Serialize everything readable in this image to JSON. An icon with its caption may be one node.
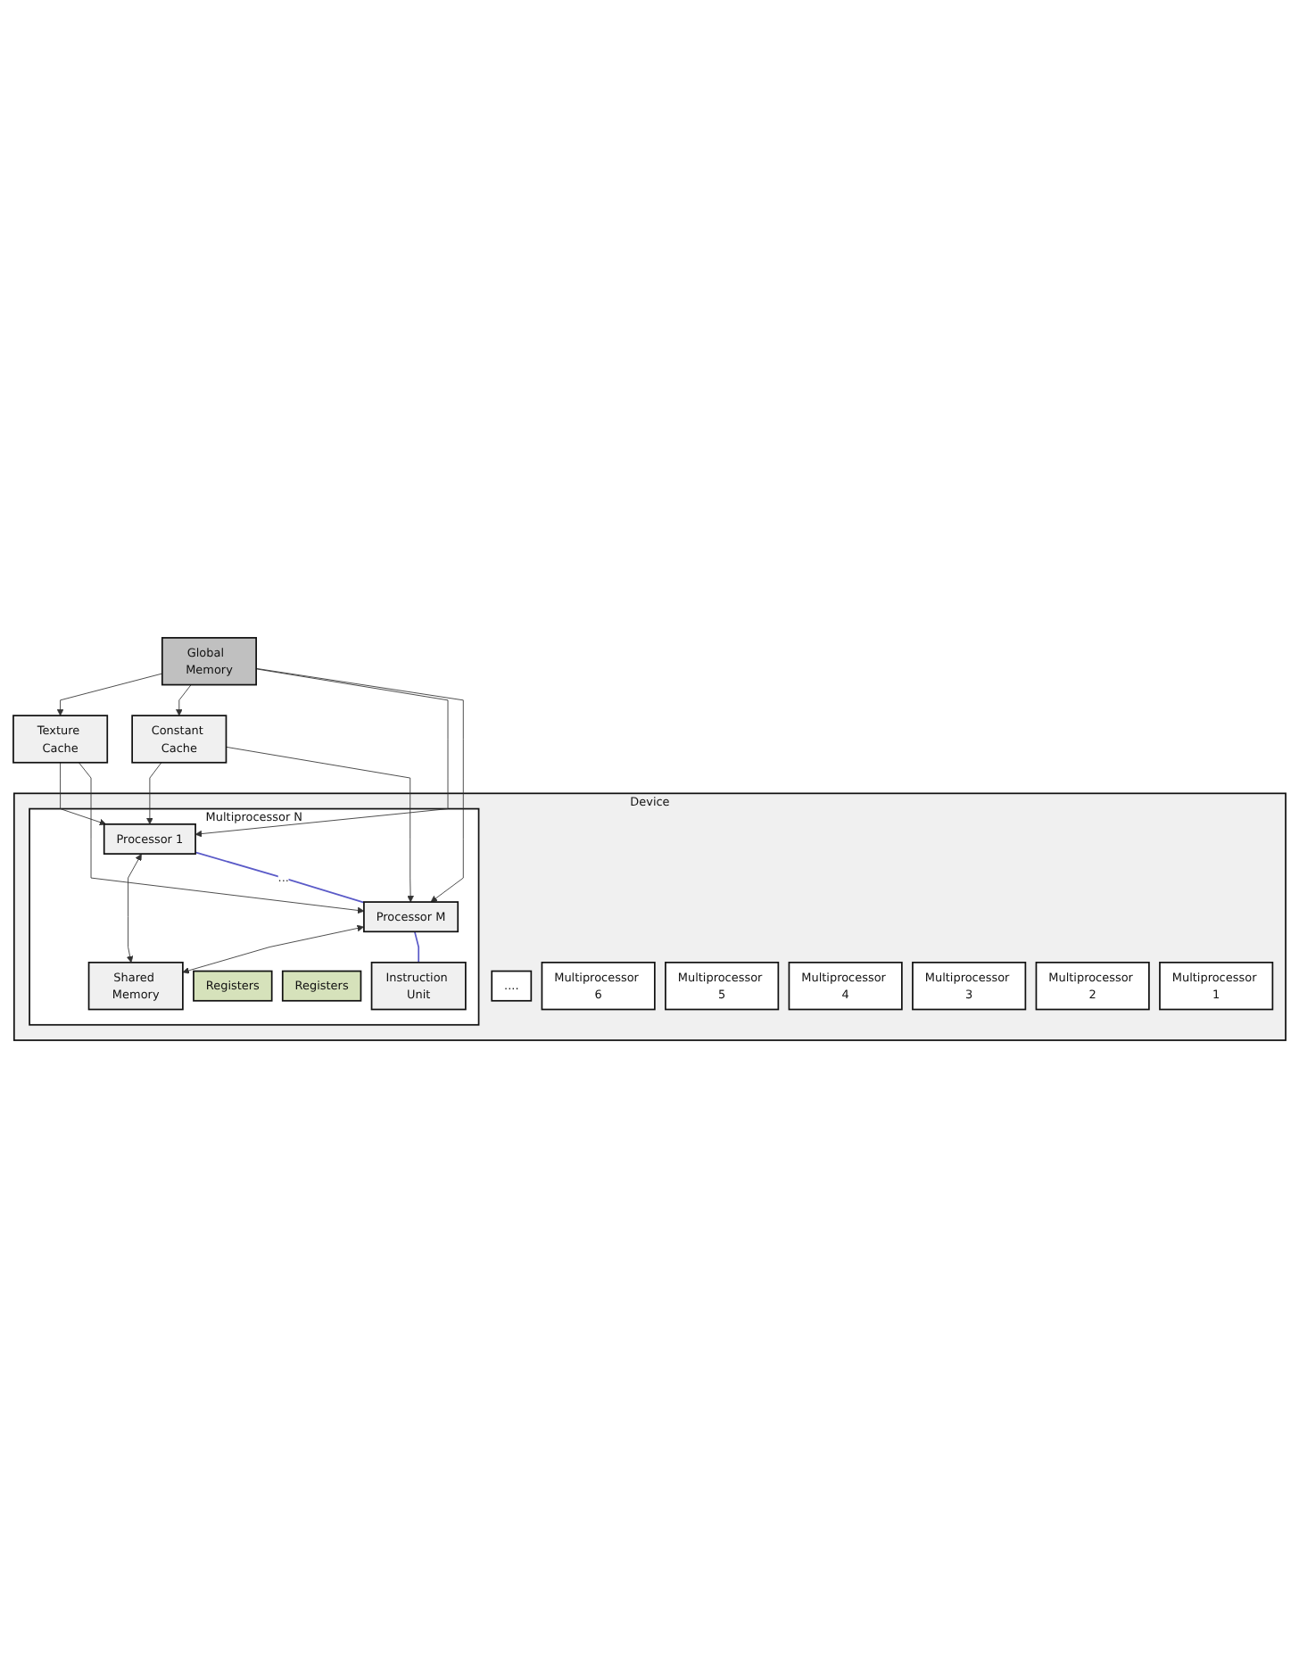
{
  "diagram": {
    "nodes": [
      {
        "text": [
          "Global  Memory"
        ]
      },
      {
        "text": [
          "Texture Cache"
        ]
      },
      {
        "text": [
          "Constant Cache"
        ]
      },
      {
        "text": [
          "Device"
        ]
      },
      {
        "text": [
          "Multiprocessor N"
        ],
        "in": 3
      },
      {
        "text": [
          "Processor 1"
        ],
        "in": 4
      },
      {
        "text": [
          "Processor M"
        ],
        "in": 4
      },
      {
        "text": [
          "Instruction Unit"
        ],
        "in": 4
      },
      {
        "text": [
          "Registers"
        ],
        "in": 4
      },
      {
        "text": [
          "Registers"
        ],
        "in": 4
      },
      {
        "text": [
          "Shared Memory"
        ],
        "in": 4
      },
      {
        "text": [
          "...."
        ],
        "in": 3
      },
      {
        "text": [
          "Multiprocessor 6"
        ],
        "in": 3
      },
      {
        "text": [
          "Multiprocessor 5"
        ],
        "in": 3
      },
      {
        "text": [
          "Multiprocessor 4"
        ],
        "in": 3
      },
      {
        "text": [
          "Multiprocessor 3"
        ],
        "in": 3
      },
      {
        "text": [
          "Multiprocessor 2"
        ],
        "in": 3
      },
      {
        "text": [
          "Multiprocessor 1"
        ],
        "in": 3
      }
    ],
    "edges": [
      {
        "from": 0,
        "to": 1,
        "arrow": "to"
      },
      {
        "from": 0,
        "to": 2,
        "arrow": "to"
      },
      {
        "from": 0,
        "to": 5,
        "arrow": "to"
      },
      {
        "from": 1,
        "to": 5,
        "arrow": "to"
      },
      {
        "from": 2,
        "to": 5,
        "arrow": "to"
      },
      {
        "from": 0,
        "to": 6,
        "arrow": "to"
      },
      {
        "from": 1,
        "to": 6,
        "arrow": "to"
      },
      {
        "from": 2,
        "to": 6,
        "arrow": "to"
      },
      {
        "from": 5,
        "to": 10,
        "arrow": "both"
      },
      {
        "from": 6,
        "to": 10,
        "arrow": "both"
      },
      {
        "from": 5,
        "to": 6,
        "arrow": "none",
        "label": "...",
        "color": "#5b5bc8"
      },
      {
        "from": 6,
        "to": 7,
        "arrow": "none",
        "color": "#5b5bc8"
      }
    ]
  }
}
